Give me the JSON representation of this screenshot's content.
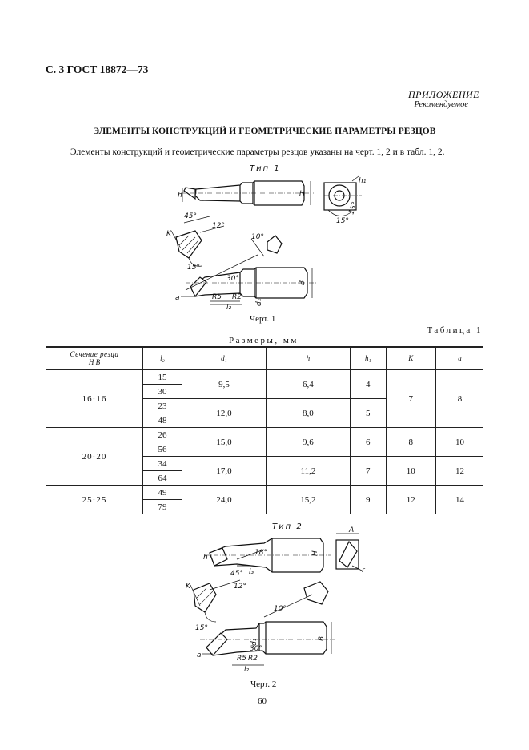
{
  "header": "С. 3 ГОСТ 18872—73",
  "appendix": "ПРИЛОЖЕНИЕ",
  "appendix_sub": "Рекомендуемое",
  "title": "ЭЛЕМЕНТЫ КОНСТРУКЦИЙ И ГЕОМЕТРИЧЕСКИЕ ПАРАМЕТРЫ РЕЗЦОВ",
  "intro": "Элементы конструкций и геометрические параметры резцов указаны на черт. 1, 2 и в табл. 1, 2.",
  "type1": "Тип 1",
  "type2": "Тип 2",
  "caption1": "Черт. 1",
  "caption2": "Черт. 2",
  "table_label": "Таблица 1",
  "table_units": "Размеры, мм",
  "page_number": "60",
  "drawing1_labels": {
    "h": "h",
    "H": "H",
    "h1": "h₁",
    "deg15a": "15°",
    "deg15b": "15°",
    "deg45": "45°",
    "deg12": "12°",
    "K": "K",
    "deg15c": "15°",
    "deg10": "10°",
    "deg30": "30°",
    "a": "a",
    "R5": "R5",
    "R2": "R2",
    "l2": "l₂",
    "d1": "d₁",
    "B": "B"
  },
  "drawing2_labels": {
    "A": "A",
    "h": "h",
    "H": "H",
    "deg18": "18°",
    "deg45": "45°",
    "l3": "l₃",
    "r": "r",
    "K": "K",
    "deg12": "12°",
    "deg15": "15°",
    "deg10": "10°",
    "a": "a",
    "d1": "d₁",
    "B": "B",
    "R5": "R5",
    "R2": "R2",
    "deg30": "30°",
    "l2": "l₂"
  },
  "table": {
    "headers": {
      "section_top": "Сечение резца",
      "section_bottom": "H   B",
      "l2": "l₂",
      "d1": "d₁",
      "h": "h",
      "h1": "h₁",
      "K": "K",
      "a": "a"
    },
    "groups": [
      {
        "section": "16·16",
        "l2": [
          "15",
          "30",
          "23",
          "48"
        ],
        "pairs": [
          {
            "d1": "9,5",
            "h": "6,4",
            "h1": "4"
          },
          {
            "d1": "12,0",
            "h": "8,0",
            "h1": "5"
          }
        ],
        "K": [
          "7"
        ],
        "a": [
          "8"
        ]
      },
      {
        "section": "20·20",
        "l2": [
          "26",
          "56",
          "34",
          "64"
        ],
        "pairs": [
          {
            "d1": "15,0",
            "h": "9,6",
            "h1": "6"
          },
          {
            "d1": "17,0",
            "h": "11,2",
            "h1": "7"
          }
        ],
        "K": [
          "8",
          "10"
        ],
        "a": [
          "10",
          "12"
        ]
      },
      {
        "section": "25·25",
        "l2": [
          "49",
          "79"
        ],
        "pairs": [
          {
            "d1": "24,0",
            "h": "15,2",
            "h1": "9"
          }
        ],
        "K": [
          "12"
        ],
        "a": [
          "14"
        ]
      }
    ]
  }
}
